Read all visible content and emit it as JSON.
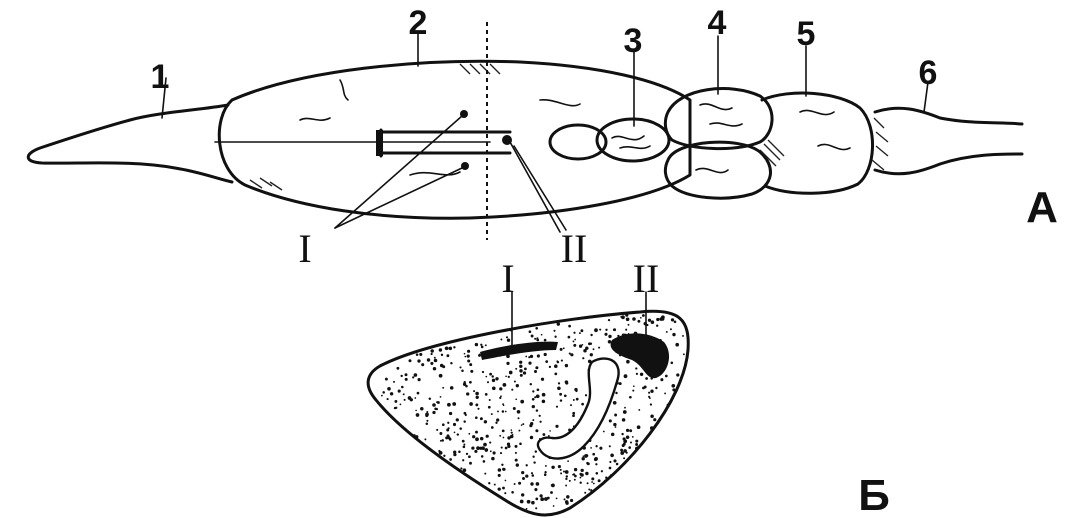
{
  "figure": {
    "panel_a": {
      "panel_label": "A",
      "part_labels": [
        "1",
        "2",
        "3",
        "4",
        "5",
        "6"
      ],
      "region_labels": [
        "I",
        "II"
      ]
    },
    "panel_b": {
      "panel_label": "Б",
      "region_labels": [
        "I",
        "II"
      ]
    }
  },
  "colors": {
    "ink": "#111111",
    "background": "#ffffff"
  }
}
